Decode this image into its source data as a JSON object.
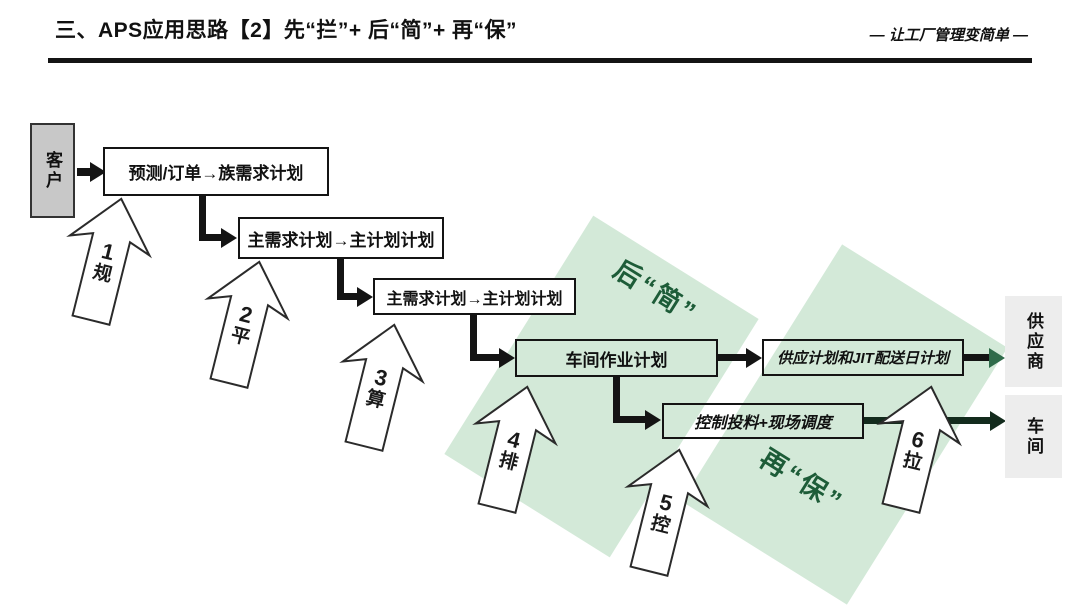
{
  "header": {
    "title": "三、APS应用思路【2】先“拦”+ 后“简”+ 再“保”",
    "slogan": "— 让工厂管理变简单 —"
  },
  "nodes": {
    "customer": "客户",
    "box1": "预测/订单→族需求计划",
    "box2": "主需求计划→主计划计划",
    "box3": "主需求计划→主计划计划",
    "box4": "车间作业计划",
    "box5": "供应计划和JIT配送日计划",
    "box6": "控制投料+现场调度",
    "supplier": "供应商",
    "workshop": "车间"
  },
  "step_arrows": [
    {
      "num": "1",
      "label": "规"
    },
    {
      "num": "2",
      "label": "平"
    },
    {
      "num": "3",
      "label": "算"
    },
    {
      "num": "4",
      "label": "排"
    },
    {
      "num": "5",
      "label": "控"
    },
    {
      "num": "6",
      "label": "拉"
    }
  ],
  "phase_labels": {
    "simplify": "后“简”",
    "ensure": "再“保”"
  },
  "colors": {
    "diamond_green": "#d3e9d8",
    "phase_text_green": "#1d5c38",
    "connector_black": "#141414",
    "supplier_arrow_green": "#2f6b4a",
    "customer_gray": "#c8c8c8",
    "side_box_gray": "#ededed"
  }
}
